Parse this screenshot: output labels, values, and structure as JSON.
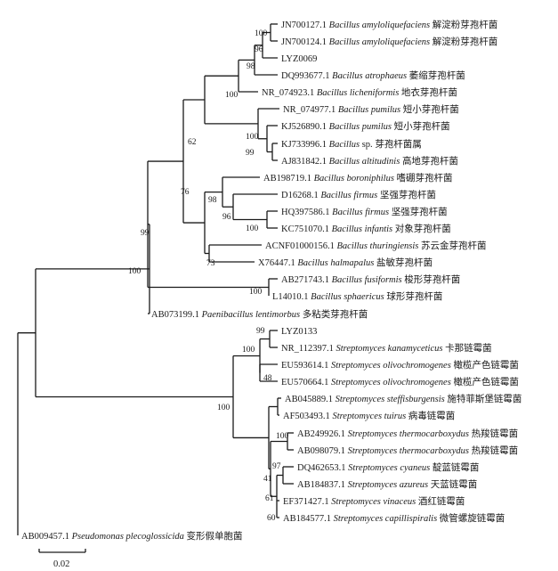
{
  "tree": {
    "taxa": [
      {
        "acc": "JN700127.1",
        "sp": "Bacillus amyloliquefaciens",
        "cn": "解淀粉芽孢杆菌"
      },
      {
        "acc": "JN700124.1",
        "sp": "Bacillus amyloliquefaciens",
        "cn": "解淀粉芽孢杆菌"
      },
      {
        "acc": "LYZ0069",
        "sp": "",
        "cn": ""
      },
      {
        "acc": "DQ993677.1",
        "sp": "Bacillus atrophaeus",
        "cn": "萎缩芽孢杆菌"
      },
      {
        "acc": "NR_074923.1",
        "sp": "Bacillus licheniformis",
        "cn": "地衣芽孢杆菌"
      },
      {
        "acc": "NR_074977.1",
        "sp": "Bacillus pumilus",
        "cn": "短小芽孢杆菌"
      },
      {
        "acc": "KJ526890.1",
        "sp": "Bacillus pumilus",
        "cn": "短小芽孢杆菌"
      },
      {
        "acc": "KJ733996.1",
        "sp": "Bacillus",
        "extra": "sp.",
        "cn": "芽孢杆菌属"
      },
      {
        "acc": "AJ831842.1",
        "sp": "Bacillus altitudinis",
        "cn": "高地芽孢杆菌"
      },
      {
        "acc": "AB198719.1",
        "sp": "Bacillus boroniphilus",
        "cn": "嗜硼芽孢杆菌"
      },
      {
        "acc": "D16268.1",
        "sp": "Bacillus firmus",
        "cn": "坚强芽孢杆菌"
      },
      {
        "acc": "HQ397586.1",
        "sp": "Bacillus firmus",
        "cn": "坚强芽孢杆菌"
      },
      {
        "acc": "KC751070.1",
        "sp": "Bacillus infantis",
        "cn": "对象芽孢杆菌"
      },
      {
        "acc": "ACNF01000156.1",
        "sp": "Bacillus thuringiensis",
        "cn": "苏云金芽孢杆菌"
      },
      {
        "acc": "X76447.1",
        "sp": "Bacillus halmapalus",
        "cn": "盐敏芽孢杆菌"
      },
      {
        "acc": "AB271743.1",
        "sp": "Bacillus fusiformis",
        "cn": "梭形芽孢杆菌"
      },
      {
        "acc": "L14010.1",
        "sp": "Bacillus sphaericus",
        "cn": "球形芽孢杆菌"
      },
      {
        "acc": "AB073199.1",
        "sp": "Paenibacillus lentimorbus",
        "cn": "多粘类芽孢杆菌"
      },
      {
        "acc": "LYZ0133",
        "sp": "",
        "cn": ""
      },
      {
        "acc": "NR_112397.1",
        "sp": "Streptomyces kanamyceticus",
        "cn": "卡那链霉菌"
      },
      {
        "acc": "EU593614.1",
        "sp": "Streptomyces olivochromogenes",
        "cn": "橄榄产色链霉菌"
      },
      {
        "acc": "EU570664.1",
        "sp": "Streptomyces olivochromogenes",
        "cn": "橄榄产色链霉菌"
      },
      {
        "acc": "AB045889.1",
        "sp": "Streptomyces steffisburgensis",
        "cn": "施特菲斯堡链霉菌"
      },
      {
        "acc": "AF503493.1",
        "sp": "Streptomyces tuirus",
        "cn": "病毒链霉菌"
      },
      {
        "acc": "AB249926.1",
        "sp": "Streptomyces thermocarboxydus",
        "cn": "热羧链霉菌"
      },
      {
        "acc": "AB098079.1",
        "sp": "Streptomyces thermocarboxydus",
        "cn": "热羧链霉菌"
      },
      {
        "acc": "DQ462653.1",
        "sp": "Streptomyces cyaneus",
        "cn": "靛蓝链霉菌"
      },
      {
        "acc": "AB184837.1",
        "sp": "Streptomyces azureus",
        "cn": "天蓝链霉菌"
      },
      {
        "acc": "EF371427.1",
        "sp": "Streptomyces vinaceus",
        "cn": "酒红链霉菌"
      },
      {
        "acc": "AB184577.1",
        "sp": "Streptomyces capillispiralis",
        "cn": "微管螺旋链霉菌"
      },
      {
        "acc": "AB009457.1",
        "sp": "Pseudomonas plecoglossicida",
        "cn": "变形假单胞菌"
      }
    ],
    "bootstrap": [
      "100",
      "96",
      "98",
      "100",
      "100",
      "99",
      "62",
      "98",
      "96",
      "100",
      "76",
      "99",
      "73",
      "100",
      "100",
      "99",
      "100",
      "48",
      "100",
      "97",
      "41",
      "61",
      "60",
      "100"
    ],
    "scale_label": "0.02",
    "colors": {
      "line": "#1a1a1a",
      "background": "#ffffff"
    }
  }
}
